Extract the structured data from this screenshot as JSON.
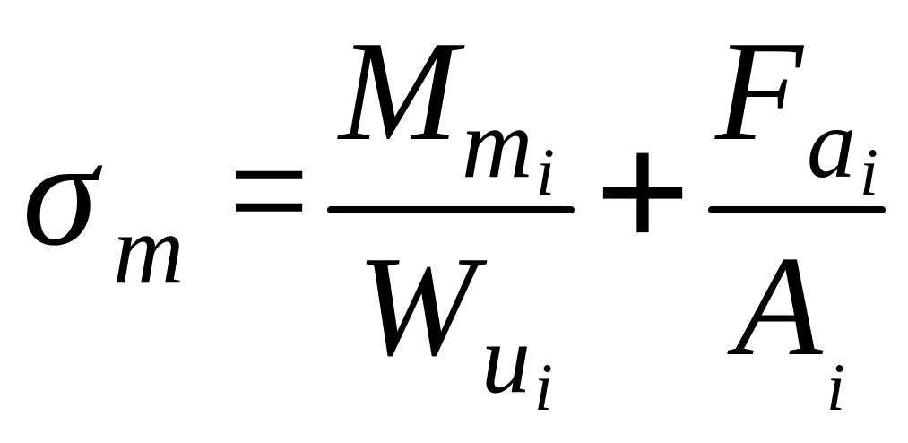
{
  "formula": {
    "lhs": {
      "symbol": "σ",
      "subscript": "m"
    },
    "equals": "=",
    "plus": "+",
    "term1": {
      "numerator": {
        "symbol": "M",
        "subscript": "m",
        "subsubscript": "i"
      },
      "denominator": {
        "symbol": "W",
        "subscript": "u",
        "subsubscript": "i"
      }
    },
    "term2": {
      "numerator": {
        "symbol": "F",
        "subscript": "a",
        "subsubscript": "i"
      },
      "denominator": {
        "symbol": "A",
        "subscript": "i"
      }
    }
  }
}
